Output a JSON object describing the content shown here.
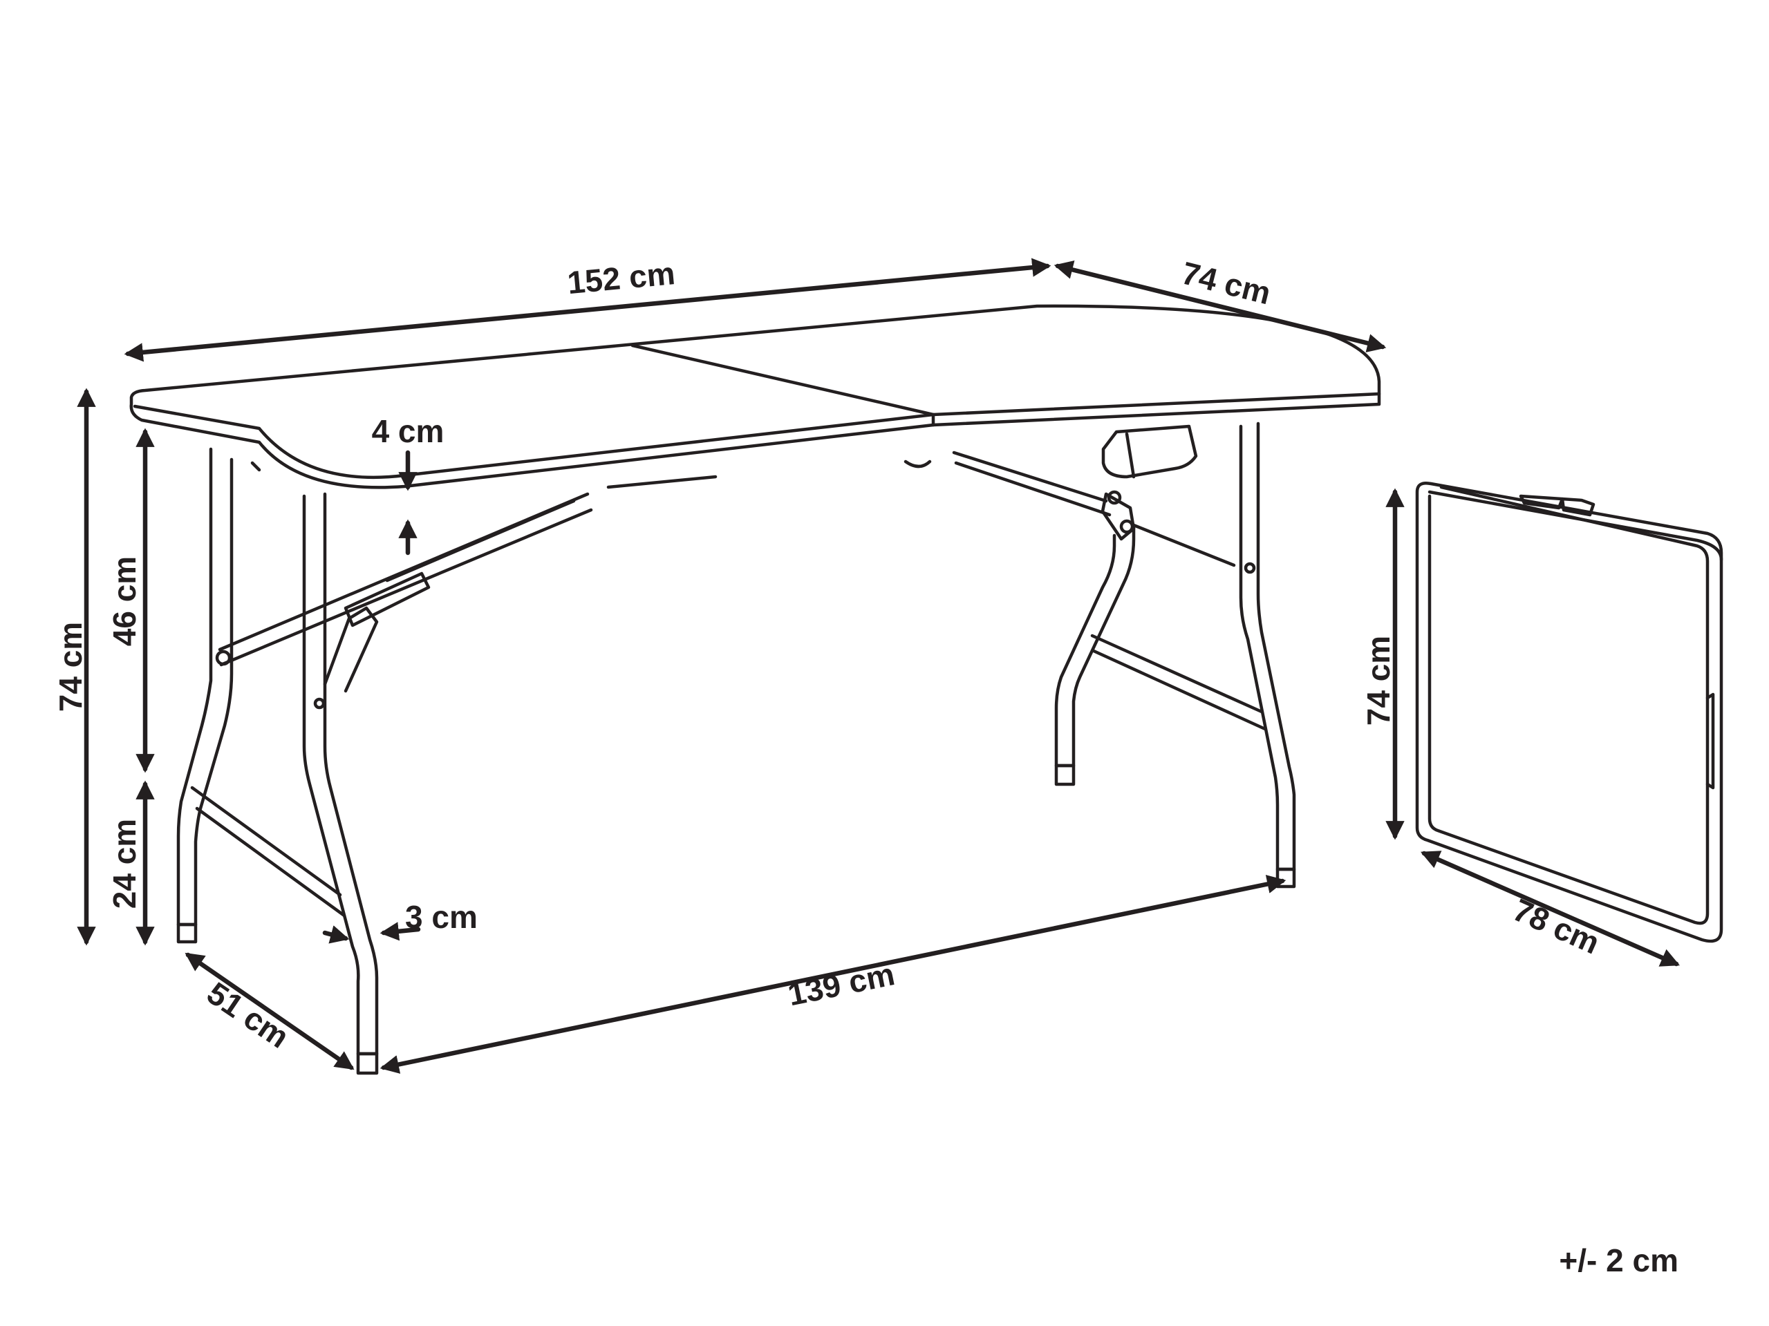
{
  "dimensions": {
    "length": "152 cm",
    "width": "74 cm",
    "top_thickness": "4 cm",
    "total_height": "74 cm",
    "upper_height": "46 cm",
    "lower_height": "24 cm",
    "leg_width": "3 cm",
    "leg_depth": "51 cm",
    "leg_span": "139 cm"
  },
  "folded": {
    "height": "74 cm",
    "length": "78 cm"
  },
  "tolerance": "+/- 2 cm"
}
